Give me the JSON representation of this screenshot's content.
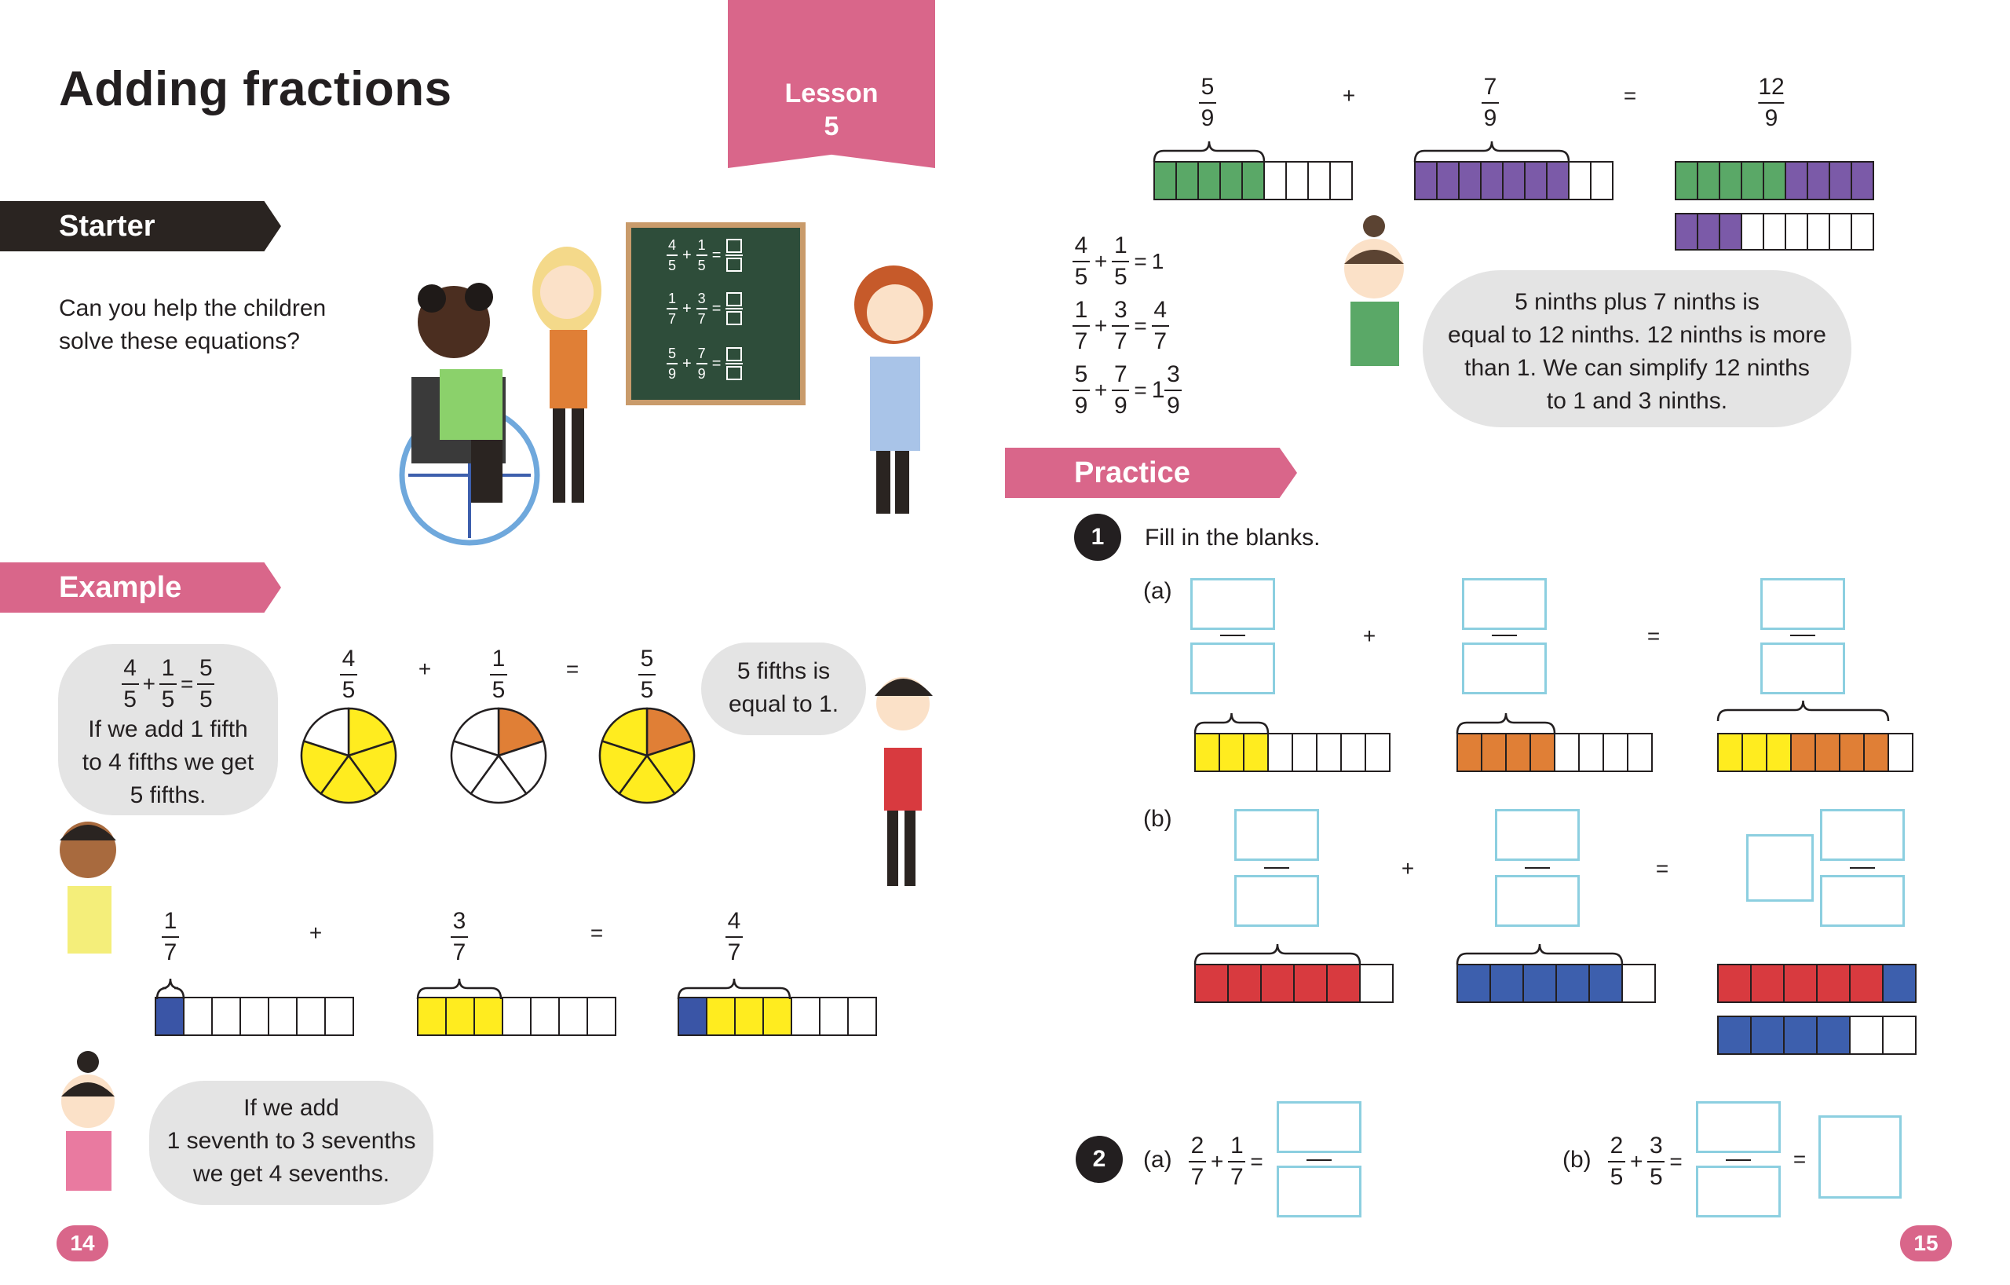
{
  "title": "Adding fractions",
  "lesson": {
    "label": "Lesson",
    "number": "5"
  },
  "starter": {
    "heading": "Starter",
    "text_line1": "Can you help the children",
    "text_line2": "solve these equations?",
    "board": [
      {
        "a": "4",
        "ad": "5",
        "b": "1",
        "bd": "5"
      },
      {
        "a": "1",
        "ad": "7",
        "b": "3",
        "bd": "7"
      },
      {
        "a": "5",
        "ad": "9",
        "b": "7",
        "bd": "9"
      }
    ]
  },
  "example": {
    "heading": "Example",
    "bubble1": {
      "eq": {
        "a": "4",
        "ad": "5",
        "b": "1",
        "bd": "5",
        "c": "5",
        "cd": "5"
      },
      "line1": "If we add 1 fifth",
      "line2": "to 4 fifths we get",
      "line3": "5 fifths."
    },
    "pie_row": {
      "f1": {
        "n": "4",
        "d": "5"
      },
      "f2": {
        "n": "1",
        "d": "5"
      },
      "f3": {
        "n": "5",
        "d": "5"
      },
      "plus": "+",
      "equals": "="
    },
    "bubble2": {
      "line1": "5 fifths is",
      "line2": "equal to 1."
    },
    "bar_row": {
      "f1": {
        "n": "1",
        "d": "7"
      },
      "f2": {
        "n": "3",
        "d": "7"
      },
      "f3": {
        "n": "4",
        "d": "7"
      },
      "plus": "+",
      "equals": "="
    },
    "bubble3": {
      "line1": "If we add",
      "line2": "1 seventh to 3 sevenths",
      "line3": "we get 4 sevenths."
    }
  },
  "top_right": {
    "f1": {
      "n": "5",
      "d": "9"
    },
    "f2": {
      "n": "7",
      "d": "9"
    },
    "f3": {
      "n": "12",
      "d": "9"
    },
    "plus": "+",
    "equals": "=",
    "eq1": {
      "a": "4",
      "ad": "5",
      "b": "1",
      "bd": "5",
      "r": "1"
    },
    "eq2": {
      "a": "1",
      "ad": "7",
      "b": "3",
      "bd": "7",
      "c": "4",
      "cd": "7"
    },
    "eq3": {
      "a": "5",
      "ad": "9",
      "b": "7",
      "bd": "9",
      "w": "1",
      "c": "3",
      "cd": "9"
    },
    "bubble": {
      "line1": "5 ninths plus 7 ninths is",
      "line2": "equal to 12 ninths. 12 ninths is more",
      "line3": "than 1. We can simplify 12 ninths",
      "line4": "to 1 and 3 ninths."
    }
  },
  "practice": {
    "heading": "Practice",
    "q1": {
      "number": "1",
      "text": "Fill in the blanks.",
      "a_label": "(a)",
      "b_label": "(b)",
      "plus": "+",
      "equals": "="
    },
    "q2": {
      "number": "2",
      "a_label": "(a)",
      "b_label": "(b)",
      "a": {
        "n1": "2",
        "d1": "7",
        "n2": "1",
        "d2": "7"
      },
      "b": {
        "n1": "2",
        "d1": "5",
        "n2": "3",
        "d2": "5"
      },
      "equals": "="
    }
  },
  "page_left": "14",
  "page_right": "15",
  "colors": {
    "pink": "#d9668a",
    "dark": "#2a2421",
    "yellow": "#ffec1f",
    "orange": "#e07f36",
    "green": "#5aa867",
    "purple": "#7b5aa8",
    "red": "#d83a3f",
    "blue": "#3d5fad",
    "navy": "#3a55a6",
    "box": "#8ccfe0"
  }
}
